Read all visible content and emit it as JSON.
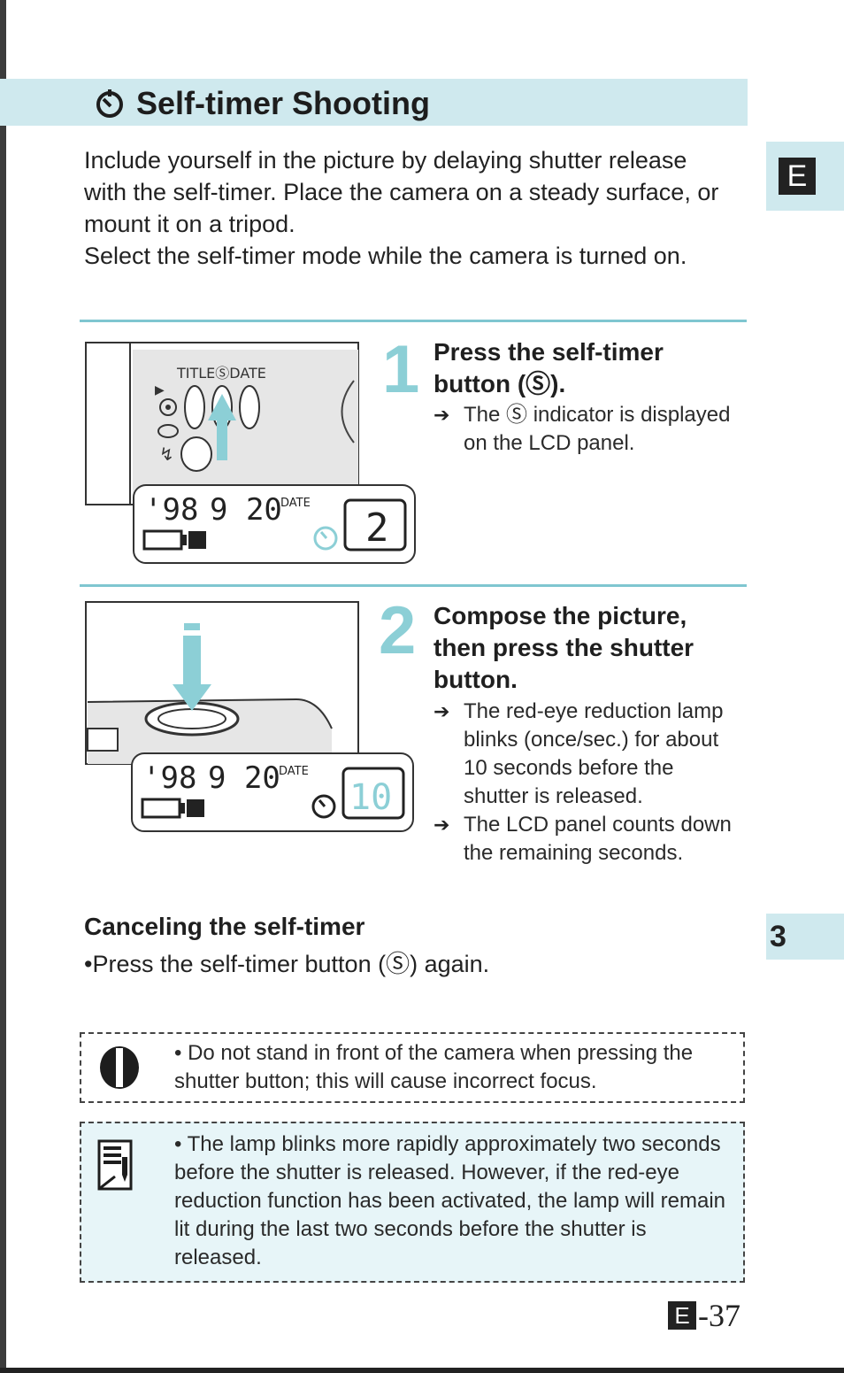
{
  "header": {
    "title": "Self-timer Shooting"
  },
  "side_tabs": {
    "letter": "E",
    "chapter": "3"
  },
  "intro": {
    "p1": "Include yourself in the picture by delaying shutter release with the self-timer. Place the camera on a steady surface, or mount it on a tripod.",
    "p2": "Select the self-timer mode while the camera is turned on."
  },
  "step1": {
    "number": "1",
    "title": "Press the self-timer button (Ⓢ).",
    "bullet": "The Ⓢ indicator is displayed on the LCD panel.",
    "illustration": {
      "labels": "TITLEⓈDATE",
      "lcd_year": "'98",
      "lcd_date": "9 20",
      "lcd_date_label": "DATE",
      "lcd_counter": "2"
    }
  },
  "step2": {
    "number": "2",
    "title": "Compose the picture, then press the shutter button.",
    "bullets": [
      "The red-eye reduction lamp blinks (once/sec.) for about 10 seconds before the shutter is released.",
      "The LCD panel counts down the remaining seconds."
    ],
    "illustration": {
      "lcd_year": "'98",
      "lcd_date": "9 20",
      "lcd_date_label": "DATE",
      "lcd_counter": "10"
    }
  },
  "cancel": {
    "heading": "Canceling the self-timer",
    "text": "•Press the self-timer button (Ⓢ) again."
  },
  "caution": {
    "icon": "caution-icon",
    "text": "• Do not stand in front of the camera when pressing the shutter button; this will cause incorrect focus."
  },
  "note": {
    "icon": "memo-icon",
    "text": "• The lamp blinks more rapidly approximately two seconds before the shutter is released. However, if the red-eye reduction function has been activated, the lamp will remain lit during the last two seconds before the shutter is released."
  },
  "footer": {
    "page_prefix": "E",
    "page_number": "-37"
  },
  "colors": {
    "band": "#cfe9ee",
    "accent": "#8ccfd6",
    "rule": "#7fc6d0"
  }
}
